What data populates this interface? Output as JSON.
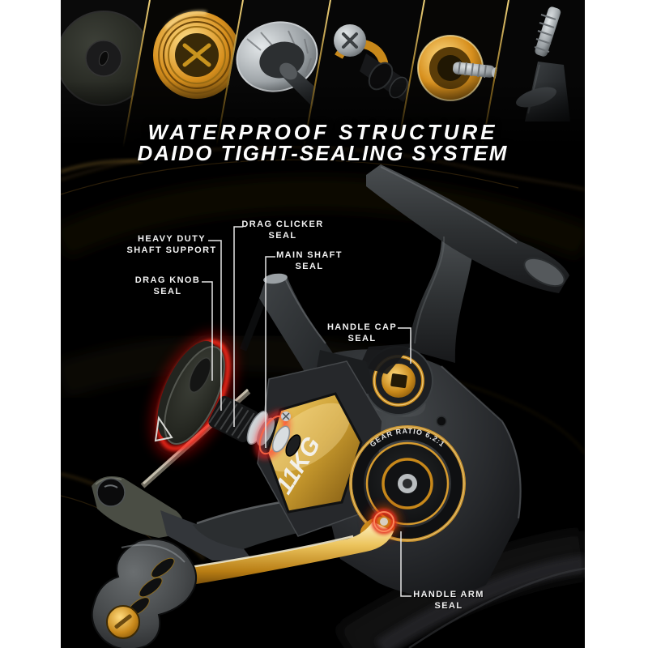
{
  "header": {
    "title_line1": "WATERPROOF STRUCTURE",
    "title_line2": "DAIDO TIGHT-SEALING SYSTEM"
  },
  "top_strip": {
    "panels": [
      {
        "name": "drag-knob-top-photo"
      },
      {
        "name": "gold-drag-seal-photo"
      },
      {
        "name": "bearing-shaft-photo"
      },
      {
        "name": "gear-and-screw-photo"
      },
      {
        "name": "gold-cap-screw-photo"
      },
      {
        "name": "handle-arm-screw-photo"
      }
    ]
  },
  "callouts": [
    {
      "id": "drag-clicker-seal",
      "line1": "DRAG CLICKER",
      "line2": "SEAL"
    },
    {
      "id": "heavy-duty-shaft-support",
      "line1": "HEAVY DUTY",
      "line2": "SHAFT SUPPORT"
    },
    {
      "id": "drag-knob-seal",
      "line1": "DRAG KNOB",
      "line2": "SEAL"
    },
    {
      "id": "main-shaft-seal",
      "line1": "MAIN SHAFT",
      "line2": "SEAL"
    },
    {
      "id": "handle-cap-seal",
      "line1": "HANDLE CAP",
      "line2": "SEAL"
    },
    {
      "id": "handle-arm-seal",
      "line1": "HANDLE ARM",
      "line2": "SEAL"
    }
  ],
  "reel": {
    "gear_ratio_text": "GEAR RATIO 6.2:1",
    "spool_drag_text": "11KG"
  },
  "colors": {
    "background": "#000000",
    "margin": "#ffffff",
    "gold": "#d7a33c",
    "gold_light": "#ffe9a8",
    "seal_highlight_red": "#ff2020",
    "carbon_gray": "#3a3d3f",
    "label_text": "#f2f2f2"
  }
}
